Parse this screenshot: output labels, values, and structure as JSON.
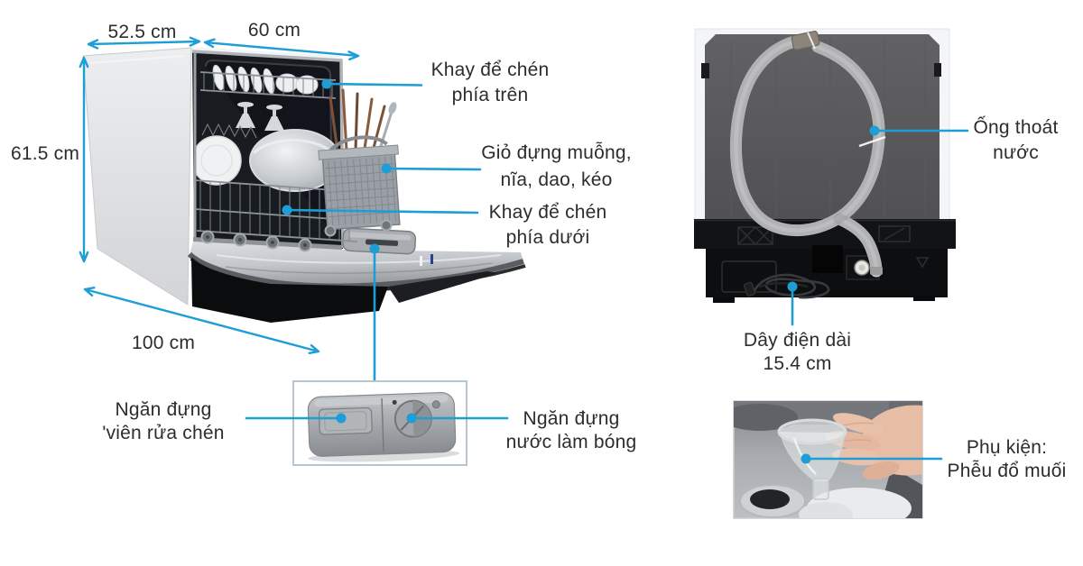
{
  "colors": {
    "accent": "#1d9ed6",
    "text": "#2d2d2d",
    "box_border": "#b7c5ce"
  },
  "front_view": {
    "dimensions": {
      "depth_top": "52.5 cm",
      "width_top": "60 cm",
      "height_left": "61.5 cm",
      "depth_open": "100 cm"
    },
    "labels": {
      "upper_rack": {
        "line1": "Khay để chén",
        "line2": "phía trên"
      },
      "cutlery_basket": {
        "line1": "Giỏ đựng muỗng,",
        "line2": "nĩa, dao, kéo"
      },
      "lower_rack": {
        "line1": "Khay để chén",
        "line2": "phía dưới"
      },
      "detergent_compartment": {
        "line1": "Ngăn đựng",
        "line2": "'viên rửa chén"
      },
      "rinse_aid_compartment": {
        "line1": "Ngăn đựng",
        "line2": "nước làm bóng"
      }
    }
  },
  "back_view": {
    "labels": {
      "drain_hose": {
        "line1": "Ống thoát",
        "line2": "nước"
      },
      "power_cord": {
        "line1": "Dây điện dài",
        "line2": "15.4 cm"
      }
    }
  },
  "accessory": {
    "label": {
      "line1": "Phụ kiện:",
      "line2": "Phễu đổ muối"
    }
  }
}
